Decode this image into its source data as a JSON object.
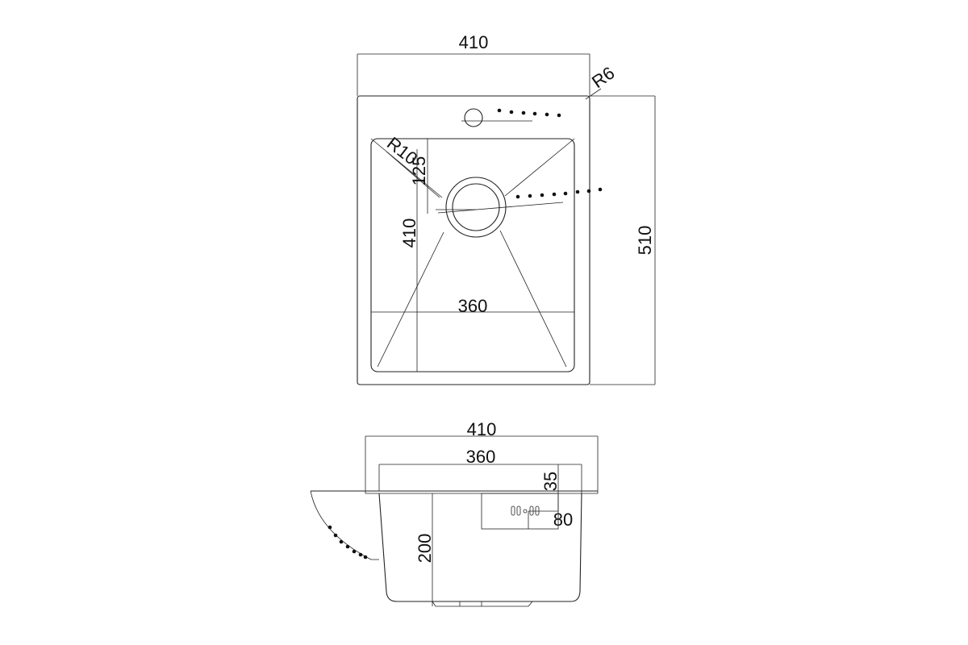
{
  "plan_view": {
    "width_overall": "410",
    "height_overall": "510",
    "corner_radius": "R6",
    "bowl_radius": "R10",
    "drain_offset": "125",
    "bowl_length": "410",
    "bowl_width": "360"
  },
  "side_view": {
    "width_overall": "410",
    "bowl_width": "360",
    "flange_depth": "35",
    "overflow_height": "80",
    "bowl_depth": "200"
  },
  "colors": {
    "line": "#222222",
    "background": "#ffffff"
  }
}
